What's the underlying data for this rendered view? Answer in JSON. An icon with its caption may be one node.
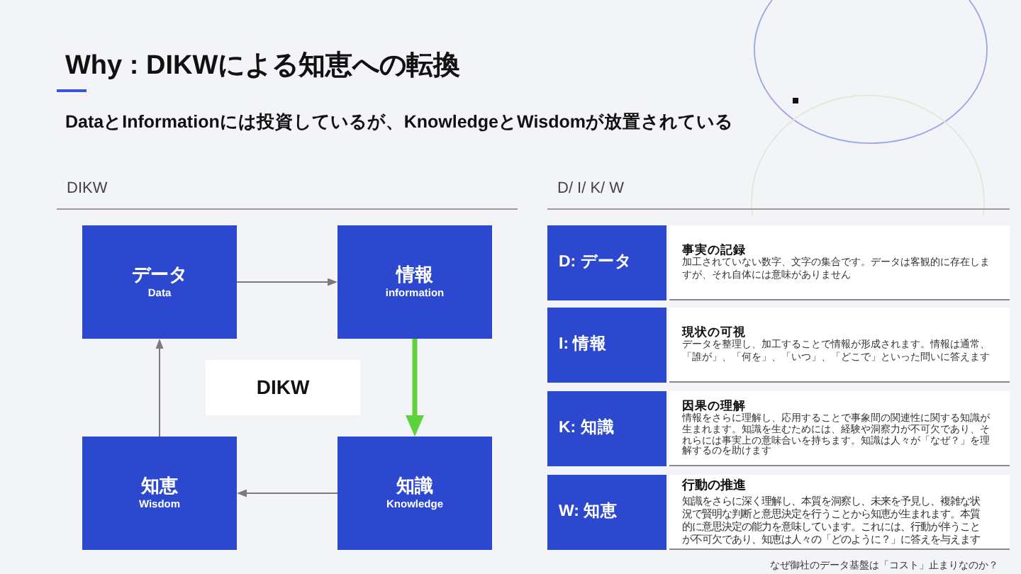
{
  "diagram": {
    "title": "Why : DIKWによる知恵への転換",
    "nodes": [
      {
        "text": [
          "データ",
          "Data"
        ]
      },
      {
        "text": [
          "情報",
          "information"
        ]
      },
      {
        "text": [
          "DIKW"
        ]
      },
      {
        "text": [
          "知恵",
          "Wisdom"
        ]
      },
      {
        "text": [
          "知識",
          "Knowledge"
        ]
      },
      {
        "text": [
          "D: データ"
        ]
      },
      {
        "text": [
          "事実の記録",
          "加工されていない数字、文字の集合です。データは客観的に存在しますが、それ自体には意味がありません"
        ]
      },
      {
        "text": [
          "I: 情報"
        ]
      },
      {
        "text": [
          "現状の可視",
          "データを整理し、加工することで情報が形成されます。情報は通常、「誰が」、「何を」、「いつ」、「どこで」といった問いに答えます"
        ]
      },
      {
        "text": [
          "K: 知識"
        ]
      },
      {
        "text": [
          "因果の理解",
          "情報をさらに理解し、応用することで事象間の関連性に関する知識が生まれます。知識を生むためには、経験や洞察力が不可欠であり、それらには事実上の意味合いを持ちます。知識は人々が「なぜ？」を理解するのを助けます"
        ]
      },
      {
        "text": [
          "W: 知恵"
        ]
      },
      {
        "text": [
          "行動の推進",
          "知識をさらに深く理解し、本質を洞察し、未来を予見し、複雑な状況で賢明な判断と意思決定を行うことから知恵が生まれます。本質的に意思決定の能力を意味しています。これには、行動が伴うことが不可欠であり、知恵は人々の「どのように？」に答えを与えます"
        ]
      }
    ],
    "edges": [
      {
        "from": 0,
        "to": 1,
        "arrow": "to"
      },
      {
        "from": 1,
        "to": 4,
        "arrow": "to",
        "style": "thick",
        "color": "#5ed23a"
      },
      {
        "from": 4,
        "to": 3,
        "arrow": "to"
      },
      {
        "from": 3,
        "to": 0,
        "arrow": "to"
      }
    ],
    "labels": [
      "DataとInformationには投資しているが、KnowledgeとWisdomが放置されている",
      "DIKW",
      "D/ I/ K/ W",
      "なぜ御社のデータ基盤は「コスト」止まりなのか？"
    ]
  }
}
